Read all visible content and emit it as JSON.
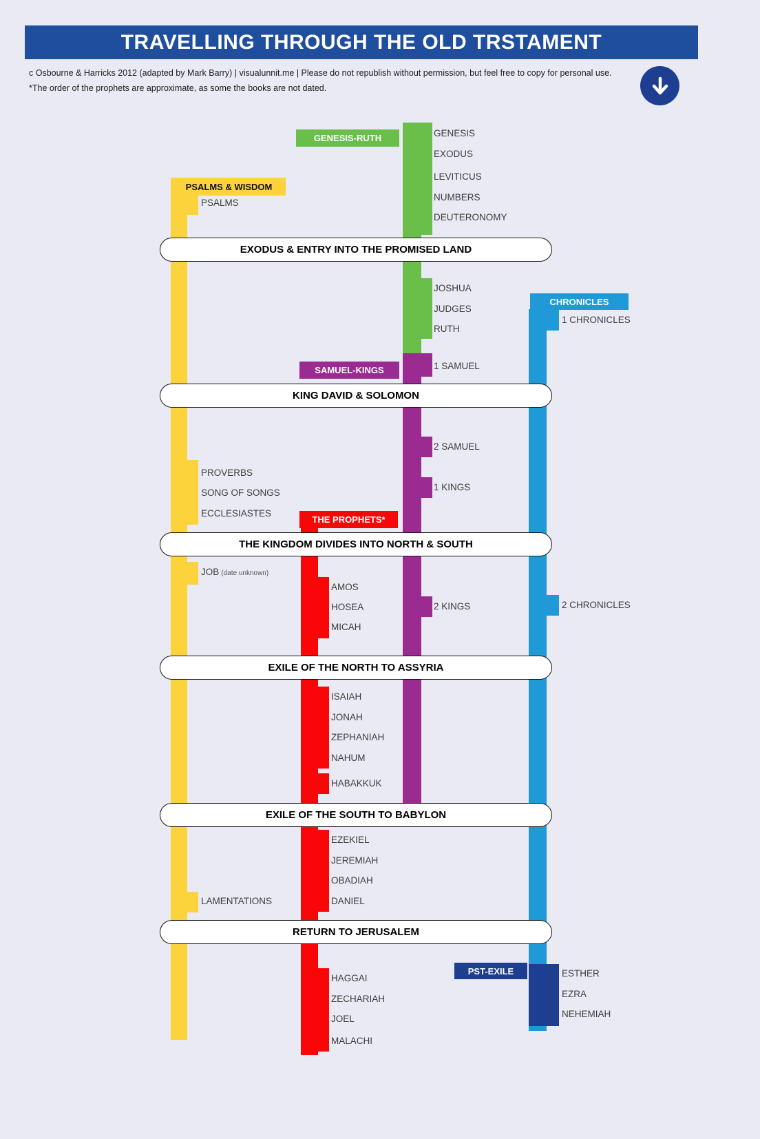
{
  "header": {
    "title": "TRAVELLING THROUGH THE OLD TRSTAMENT",
    "credit_line1": "c Osbourne & Harricks 2012 (adapted by Mark Barry) | visualunnit.me  | Please do not republish without permission, but feel free to copy for personal use.",
    "credit_line2": "*The order of the prophets are approximate, as some the books are not dated."
  },
  "colors": {
    "background": "#e9eaf3",
    "header_bar": "#1f4e9e",
    "green": "#6abf4a",
    "yellow": "#fdd33c",
    "purple": "#9b2b90",
    "blue": "#1f9ad6",
    "red": "#f90606",
    "navy": "#1e3e92"
  },
  "tracks": {
    "genesis_ruth": {
      "label": "GENESIS-RUTH",
      "books": [
        "GENESIS",
        "EXODUS",
        "LEVITICUS",
        "NUMBERS",
        "DEUTERONOMY",
        "JOSHUA",
        "JUDGES",
        "RUTH"
      ]
    },
    "psalms_wisdom": {
      "label": "PSALMS & WISDOM",
      "books": [
        "PSALMS",
        "PROVERBS",
        "SONG OF SONGS",
        "ECCLESIASTES",
        "JOB",
        "LAMENTATIONS"
      ],
      "job_note": "(date unknown)"
    },
    "samuel_kings": {
      "label": "SAMUEL-KINGS",
      "books": [
        "1 SAMUEL",
        "2 SAMUEL",
        "1 KINGS",
        "2 KINGS"
      ]
    },
    "chronicles": {
      "label": "CHRONICLES",
      "books": [
        "1 CHRONICLES",
        "2 CHRONICLES"
      ]
    },
    "prophets": {
      "label": "THE PROPHETS*",
      "books": [
        "AMOS",
        "HOSEA",
        "MICAH",
        "ISAIAH",
        "JONAH",
        "ZEPHANIAH",
        "NAHUM",
        "HABAKKUK",
        "EZEKIEL",
        "JEREMIAH",
        "OBADIAH",
        "DANIEL",
        "HAGGAI",
        "ZECHARIAH",
        "JOEL",
        "MALACHI"
      ]
    },
    "post_exile": {
      "label": "PST-EXILE",
      "books": [
        "ESTHER",
        "EZRA",
        "NEHEMIAH"
      ]
    }
  },
  "banners": [
    "EXODUS & ENTRY INTO THE PROMISED LAND",
    "KING DAVID & SOLOMON",
    "THE KINGDOM DIVIDES INTO NORTH & SOUTH",
    "EXILE OF THE NORTH TO ASSYRIA",
    "EXILE OF THE SOUTH TO BABYLON",
    "RETURN TO JERUSALEM"
  ]
}
